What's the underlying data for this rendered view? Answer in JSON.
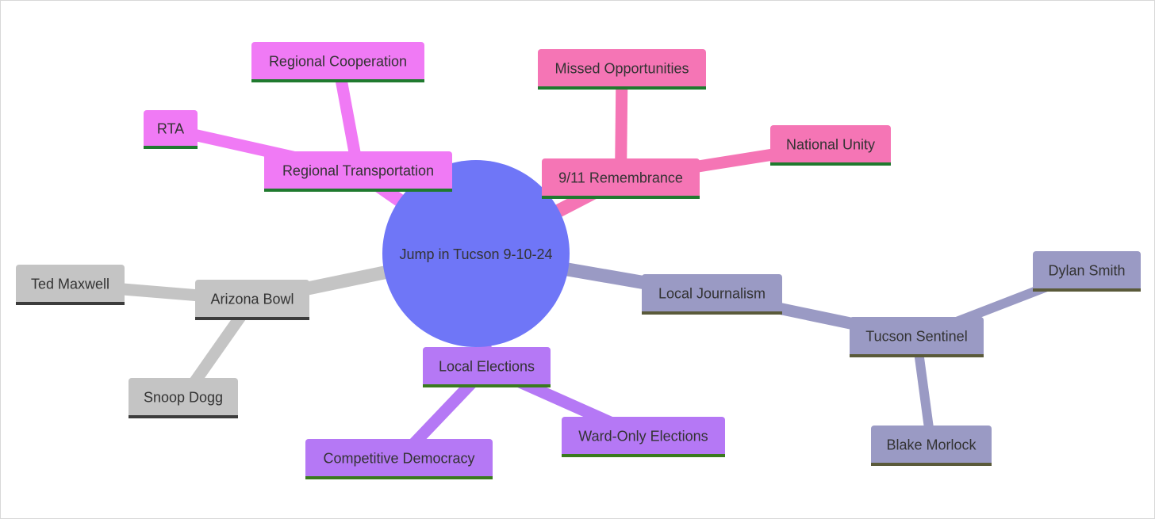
{
  "root": {
    "id": "root",
    "label": "Jump in Tucson 9-10-24",
    "color": "#6f76f7"
  },
  "branches": [
    {
      "key": "regional-transportation",
      "fill": "#f07af5",
      "underline": "#1f7a2e",
      "node": {
        "id": "regional-transportation",
        "label": "Regional Transportation"
      },
      "children": [
        {
          "id": "regional-cooperation",
          "label": "Regional Cooperation"
        },
        {
          "id": "rta",
          "label": "RTA"
        }
      ]
    },
    {
      "key": "remembrance",
      "fill": "#f575b5",
      "underline": "#1f7a2e",
      "node": {
        "id": "remembrance",
        "label": "9/11 Remembrance"
      },
      "children": [
        {
          "id": "missed-opportunities",
          "label": "Missed Opportunities"
        },
        {
          "id": "national-unity",
          "label": "National Unity"
        }
      ]
    },
    {
      "key": "arizona-bowl",
      "fill": "#c4c4c4",
      "underline": "#3c3c3c",
      "node": {
        "id": "arizona-bowl",
        "label": "Arizona Bowl"
      },
      "children": [
        {
          "id": "ted-maxwell",
          "label": "Ted Maxwell"
        },
        {
          "id": "snoop-dogg",
          "label": "Snoop Dogg"
        }
      ]
    },
    {
      "key": "local-elections",
      "fill": "#b578f5",
      "underline": "#3a7a1e",
      "node": {
        "id": "local-elections",
        "label": "Local Elections"
      },
      "children": [
        {
          "id": "competitive-democracy",
          "label": "Competitive Democracy"
        },
        {
          "id": "ward-only-elections",
          "label": "Ward-Only Elections"
        }
      ]
    },
    {
      "key": "local-journalism",
      "fill": "#9a9ac4",
      "underline": "#5a5a3a",
      "node": {
        "id": "local-journalism",
        "label": "Local Journalism"
      },
      "children": [
        {
          "id": "tucson-sentinel",
          "label": "Tucson Sentinel",
          "children": [
            {
              "id": "dylan-smith",
              "label": "Dylan Smith"
            },
            {
              "id": "blake-morlock",
              "label": "Blake Morlock"
            }
          ]
        }
      ]
    }
  ]
}
